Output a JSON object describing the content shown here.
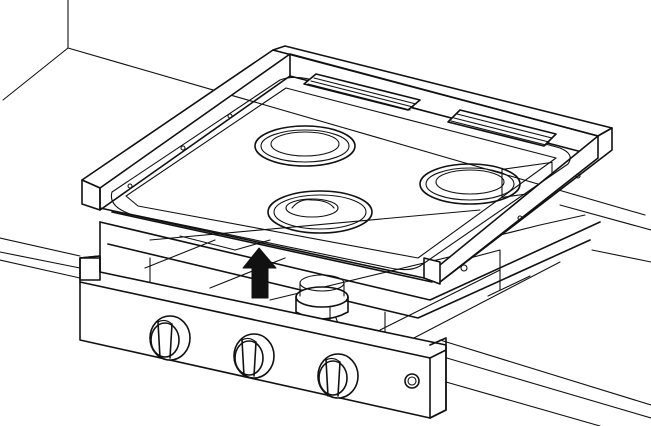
{
  "diagram": {
    "subject": "cooktop-removal",
    "components": [
      {
        "id": "cooktop-grate",
        "icon": "cooktop-grate"
      },
      {
        "id": "burner-rear-left",
        "icon": "burner-ring"
      },
      {
        "id": "burner-right",
        "icon": "burner-ring"
      },
      {
        "id": "burner-front",
        "icon": "burner-ring"
      },
      {
        "id": "vent-rear-left",
        "icon": "vent-grille"
      },
      {
        "id": "vent-rear-right",
        "icon": "vent-grille"
      },
      {
        "id": "lift-arrow",
        "icon": "up-arrow",
        "direction": "up"
      },
      {
        "id": "control-knob-left",
        "icon": "knob"
      },
      {
        "id": "control-knob-middle",
        "icon": "knob"
      },
      {
        "id": "control-knob-right",
        "icon": "knob"
      },
      {
        "id": "igniter-button",
        "icon": "igniter-button"
      },
      {
        "id": "base-burner",
        "icon": "burner-head"
      }
    ],
    "colors": {
      "line": "#111111",
      "background": "#ffffff",
      "arrow_fill": "#111111"
    }
  }
}
